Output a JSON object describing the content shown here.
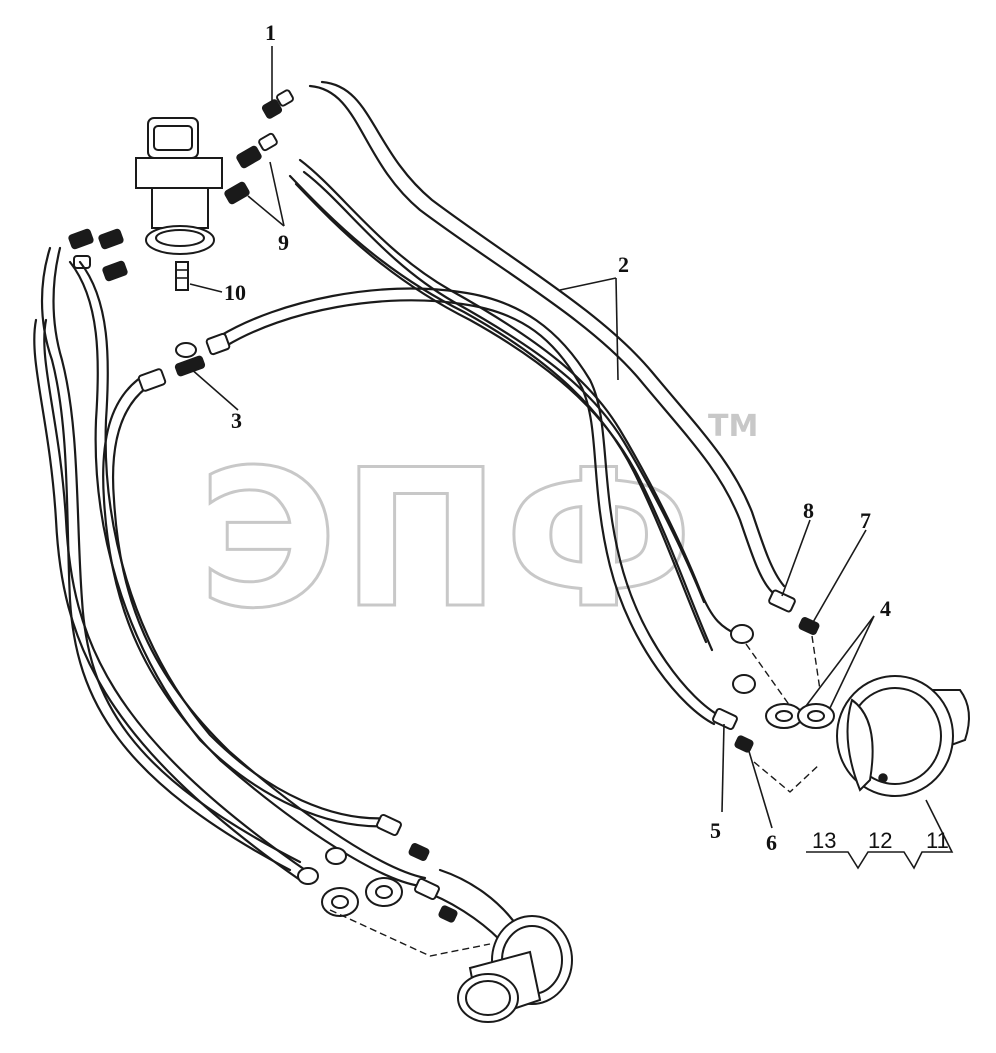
{
  "watermark": {
    "text": "ЭПФ",
    "trademark": "TM"
  },
  "callouts": {
    "c1": "1",
    "c2": "2",
    "c3": "3",
    "c4": "4",
    "c5": "5",
    "c6": "6",
    "c7": "7",
    "c8": "8",
    "c9": "9",
    "c10": "10",
    "c11": "11",
    "c12": "12",
    "c13": "13"
  }
}
